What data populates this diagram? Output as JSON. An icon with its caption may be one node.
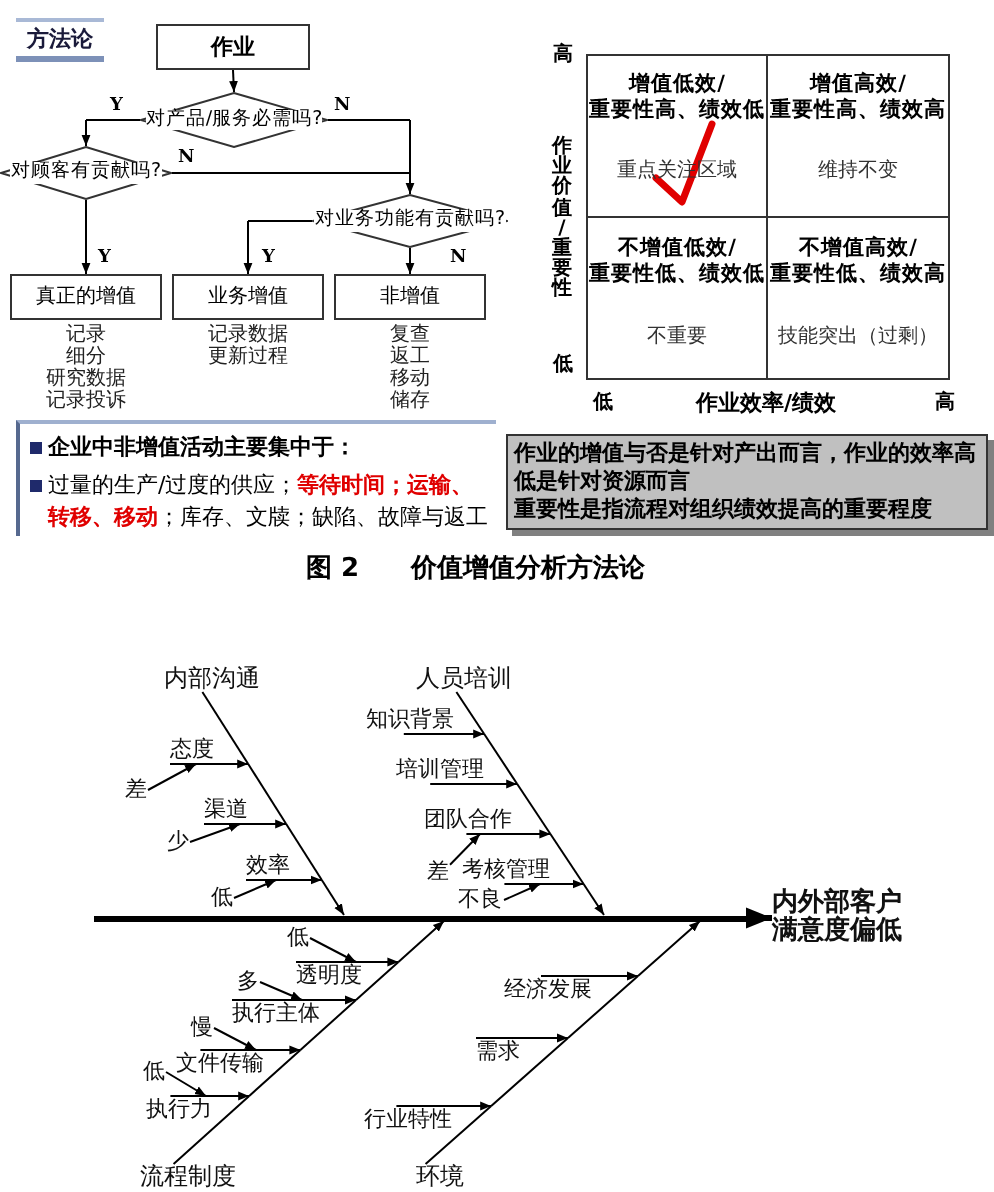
{
  "diagram": {
    "caption": "图 2　　价值增值分析方法论",
    "nodes": [
      {
        "text": [
          "作业"
        ]
      },
      {
        "text": [
          "对产品/服务必需吗?"
        ]
      },
      {
        "text": [
          "对顾客有贡献吗?"
        ]
      },
      {
        "text": [
          "对业务功能有贡献吗?"
        ]
      },
      {
        "text": [
          "真正的增值"
        ],
        "beside": [
          "记录",
          "细分",
          "研究数据",
          "记录投诉"
        ]
      },
      {
        "text": [
          "业务增值"
        ],
        "beside": [
          "记录数据",
          "更新过程"
        ]
      },
      {
        "text": [
          "非增值"
        ],
        "beside": [
          "复查",
          "返工",
          "移动",
          "储存"
        ]
      },
      {
        "text": [
          "企业中非增值活动主要集中于：",
          "过量的生产/过度的供应；**等待时间；运输、转移、移动**；库存、文牍；缺陷、故障与返工"
        ]
      },
      {
        "text": [
          "增值低效/",
          "重要性高、绩效低",
          "重点关注区域"
        ]
      },
      {
        "text": [
          "增值高效/",
          "重要性高、绩效高",
          "维持不变"
        ]
      },
      {
        "text": [
          "不增值低效/",
          "重要性低、绩效低",
          "不重要"
        ]
      },
      {
        "text": [
          "不增值高效/",
          "重要性低、绩效高",
          "技能突出（过剩）"
        ]
      },
      {
        "text": [
          "作业的增值与否是针对产出而言，作业的效率高低是针对资源而言",
          "重要性是指流程对组织绩效提高的重要程度"
        ]
      },
      {
        "text": [
          "内部沟通"
        ]
      },
      {
        "text": [
          "态度"
        ]
      },
      {
        "text": [
          "差"
        ]
      },
      {
        "text": [
          "渠道"
        ]
      },
      {
        "text": [
          "少"
        ]
      },
      {
        "text": [
          "效率"
        ]
      },
      {
        "text": [
          "低"
        ]
      },
      {
        "text": [
          "人员培训"
        ]
      },
      {
        "text": [
          "知识背景"
        ]
      },
      {
        "text": [
          "培训管理"
        ]
      },
      {
        "text": [
          "团队合作"
        ]
      },
      {
        "text": [
          "差"
        ]
      },
      {
        "text": [
          "考核管理"
        ]
      },
      {
        "text": [
          "不良"
        ]
      },
      {
        "text": [],
        "shape": "bar"
      },
      {
        "text": [
          "内外部客户满意度偏低"
        ]
      },
      {
        "text": [
          "低"
        ]
      },
      {
        "text": [
          "透明度"
        ]
      },
      {
        "text": [
          "多"
        ]
      },
      {
        "text": [
          "执行主体"
        ]
      },
      {
        "text": [
          "慢"
        ]
      },
      {
        "text": [
          "文件传输"
        ]
      },
      {
        "text": [
          "低"
        ]
      },
      {
        "text": [
          "执行力"
        ]
      },
      {
        "text": [
          "流程制度"
        ]
      },
      {
        "text": [
          "经济发展"
        ]
      },
      {
        "text": [
          "需求"
        ]
      },
      {
        "text": [
          "行业特性"
        ]
      },
      {
        "text": [
          "环境"
        ]
      }
    ],
    "edges": [
      {
        "from": 0,
        "to": 1,
        "arrow": "to"
      },
      {
        "from": 1,
        "to": 2,
        "arrow": "to",
        "label": "Y"
      },
      {
        "from": 1,
        "to": 3,
        "arrow": "to",
        "label": "N"
      },
      {
        "from": 2,
        "to": 4,
        "arrow": "to",
        "label": "Y"
      },
      {
        "from": 2,
        "to": 3,
        "arrow": "to",
        "label": "N"
      },
      {
        "from": 3,
        "to": 5,
        "arrow": "to",
        "label": "Y"
      },
      {
        "from": 3,
        "to": 6,
        "arrow": "to",
        "label": "N"
      },
      {
        "from": 27,
        "to": 28,
        "arrow": "to",
        "style": "thick"
      },
      {
        "from": 13,
        "to": 27,
        "arrow": "to"
      },
      {
        "from": 14,
        "to": 27,
        "arrow": "to"
      },
      {
        "from": 15,
        "to": 27,
        "arrow": "to"
      },
      {
        "from": 16,
        "to": 27,
        "arrow": "to"
      },
      {
        "from": 17,
        "to": 27,
        "arrow": "to"
      },
      {
        "from": 18,
        "to": 27,
        "arrow": "to"
      },
      {
        "from": 19,
        "to": 27,
        "arrow": "to"
      },
      {
        "from": 20,
        "to": 27,
        "arrow": "to"
      },
      {
        "from": 21,
        "to": 27,
        "arrow": "to"
      },
      {
        "from": 22,
        "to": 27,
        "arrow": "to"
      },
      {
        "from": 23,
        "to": 27,
        "arrow": "to"
      },
      {
        "from": 24,
        "to": 27,
        "arrow": "to"
      },
      {
        "from": 25,
        "to": 27,
        "arrow": "to"
      },
      {
        "from": 26,
        "to": 27,
        "arrow": "to"
      },
      {
        "from": 29,
        "to": 27,
        "arrow": "to"
      },
      {
        "from": 30,
        "to": 27,
        "arrow": "to"
      },
      {
        "from": 31,
        "to": 27,
        "arrow": "to"
      },
      {
        "from": 32,
        "to": 27,
        "arrow": "to"
      },
      {
        "from": 33,
        "to": 27,
        "arrow": "to"
      },
      {
        "from": 34,
        "to": 27,
        "arrow": "to"
      },
      {
        "from": 35,
        "to": 27,
        "arrow": "to"
      },
      {
        "from": 36,
        "to": 27,
        "arrow": "to"
      },
      {
        "from": 37,
        "to": 27,
        "arrow": "to"
      },
      {
        "from": 38,
        "to": 27,
        "arrow": "to"
      },
      {
        "from": 39,
        "to": 27,
        "arrow": "to"
      },
      {
        "from": 40,
        "to": 27,
        "arrow": "to"
      },
      {
        "from": 41,
        "to": 27,
        "arrow": "to"
      }
    ],
    "labels": [
      "方法论",
      "高",
      "作业价值/重要性",
      "低",
      "低",
      "作业效率/绩效",
      "高"
    ]
  }
}
